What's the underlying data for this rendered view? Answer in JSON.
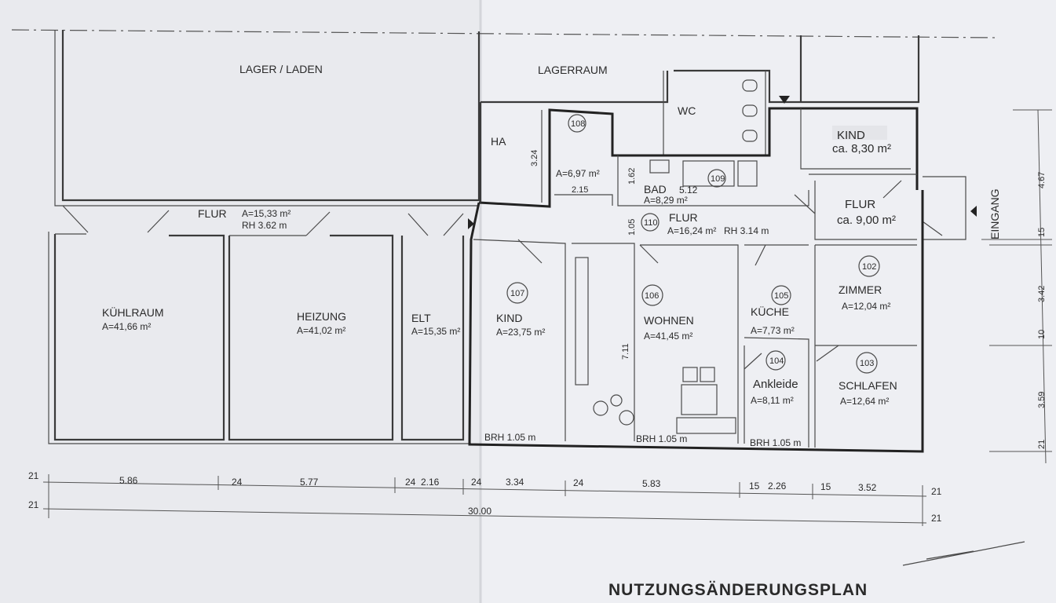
{
  "title": "NUTZUNGSÄNDERUNGSPLAN",
  "entrance": "EINGANG",
  "rooms": {
    "lager_laden": {
      "name": "LAGER / LADEN"
    },
    "lagerraum": {
      "name": "LAGERRAUM"
    },
    "wc": {
      "name": "WC"
    },
    "ha": {
      "name": "HA",
      "dim": "3.24"
    },
    "r108": {
      "num": "108",
      "area": "A=6,97 m²",
      "dim": "2.15"
    },
    "bad": {
      "name": "BAD",
      "num": "109",
      "area": "A=8,29 m²",
      "dim_w": "5.12",
      "dim_h": "1.62"
    },
    "flur_left": {
      "name": "FLUR",
      "area": "A=15,33 m²",
      "rh": "RH 3.62 m"
    },
    "flur_mid": {
      "name": "FLUR",
      "num": "110",
      "area": "A=16,24 m²",
      "rh": "RH 3.14 m",
      "dim": "1.05"
    },
    "kind_top": {
      "name": "KIND",
      "area": "ca. 8,30 m²"
    },
    "flur_right": {
      "name": "FLUR",
      "area": "ca. 9,00 m²"
    },
    "kuehlraum": {
      "name": "KÜHLRAUM",
      "area": "A=41,66 m²"
    },
    "heizung": {
      "name": "HEIZUNG",
      "area": "A=41,02 m²"
    },
    "elt": {
      "name": "ELT",
      "area": "A=15,35 m²"
    },
    "kind_107": {
      "name": "KIND",
      "num": "107",
      "area": "A=23,75 m²",
      "brh": "BRH 1.05 m"
    },
    "wohnen": {
      "name": "WOHNEN",
      "num": "106",
      "area": "A=41,45 m²",
      "brh": "BRH 1.05 m",
      "dim": "7.11"
    },
    "kueche": {
      "name": "KÜCHE",
      "num": "105",
      "area": "A=7,73 m²"
    },
    "zimmer": {
      "name": "ZIMMER",
      "num": "102",
      "area": "A=12,04 m²"
    },
    "ankleide": {
      "name": "Ankleide",
      "num": "104",
      "area": "A=8,11 m²",
      "brh": "BRH 1.05 m"
    },
    "schlafen": {
      "name": "SCHLAFEN",
      "num": "103",
      "area": "A=12,64 m²"
    }
  },
  "dims_bottom_row1": [
    "21",
    "5.86",
    "24",
    "5.77",
    "24",
    "2.16",
    "24",
    "3.34",
    "24",
    "5.83",
    "15",
    "2.26",
    "15",
    "3.52",
    "21"
  ],
  "dims_bottom_row2": [
    "21",
    "30.00",
    "21"
  ],
  "dims_right": [
    "4.67",
    "15",
    "3.42",
    "10",
    "3.59",
    "21"
  ]
}
